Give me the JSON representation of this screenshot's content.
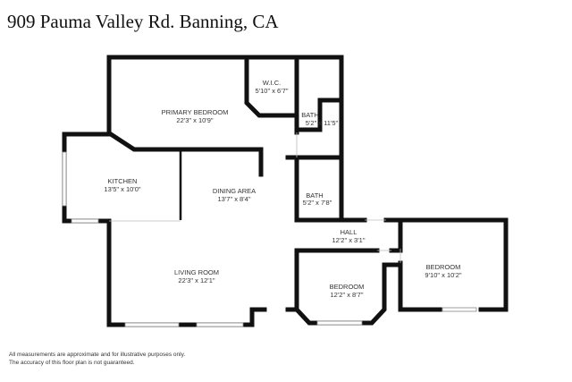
{
  "header": {
    "title": "909 Pauma Valley Rd. Banning, CA"
  },
  "rooms": [
    {
      "name": "PRIMARY BEDROOM",
      "dims": "22'3\" x 10'9\""
    },
    {
      "name": "W.I.C.",
      "dims": "5'10\" x 6'7\""
    },
    {
      "name": "BATH",
      "dims": "5'2\" x 11'5\""
    },
    {
      "name": "KITCHEN",
      "dims": "13'5\" x 10'0\""
    },
    {
      "name": "DINING AREA",
      "dims": "13'7\" x 8'4\""
    },
    {
      "name": "BATH",
      "dims": "5'2\" x 7'8\""
    },
    {
      "name": "HALL",
      "dims": "12'2\" x 3'1\""
    },
    {
      "name": "BEDROOM",
      "dims": "9'10\" x 10'2\""
    },
    {
      "name": "LIVING ROOM",
      "dims": "22'3\" x 12'1\""
    },
    {
      "name": "BEDROOM",
      "dims": "12'2\" x 8'7\""
    }
  ],
  "footer": {
    "line1": "All measurements are approximate and for illustrative purposes only.",
    "line2": "The accuracy of this floor plan is not guaranteed."
  }
}
